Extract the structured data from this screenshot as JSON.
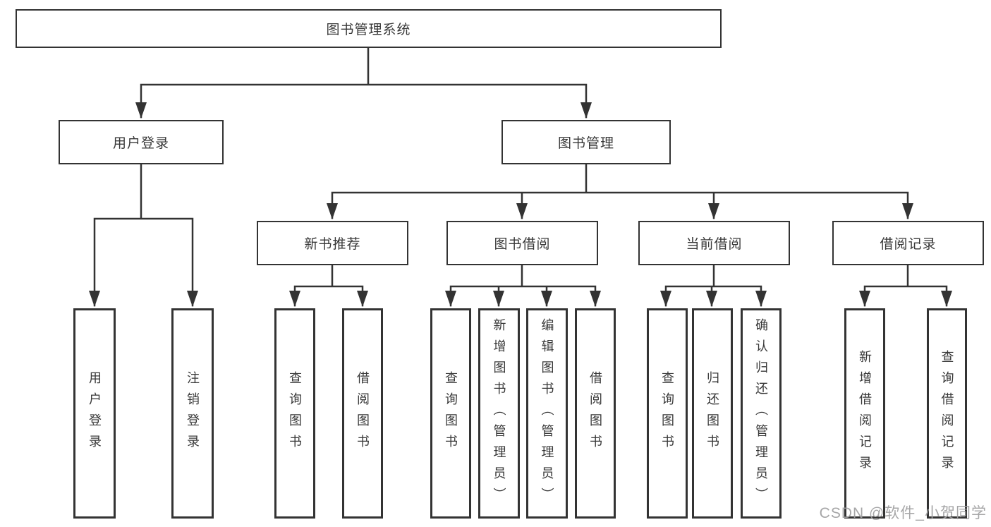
{
  "diagram_type": "hierarchy-tree",
  "tree": {
    "label": "图书管理系统",
    "children": [
      {
        "label": "用户登录",
        "children": [
          {
            "label": "用户登录"
          },
          {
            "label": "注销登录"
          }
        ]
      },
      {
        "label": "图书管理",
        "children": [
          {
            "label": "新书推荐",
            "children": [
              {
                "label": "查询图书"
              },
              {
                "label": "借阅图书"
              }
            ]
          },
          {
            "label": "图书借阅",
            "children": [
              {
                "label": "查询图书"
              },
              {
                "label": "新增图书（管理员）"
              },
              {
                "label": "编辑图书（管理员）"
              },
              {
                "label": "借阅图书"
              }
            ]
          },
          {
            "label": "当前借阅",
            "children": [
              {
                "label": "查询图书"
              },
              {
                "label": "归还图书"
              },
              {
                "label": "确认归还（管理员）"
              }
            ]
          },
          {
            "label": "借阅记录",
            "children": [
              {
                "label": "新增借阅记录"
              },
              {
                "label": "查询借阅记录"
              }
            ]
          }
        ]
      }
    ]
  },
  "watermark": {
    "text": "CSDN @软件_小贺同学"
  },
  "colors": {
    "line": "#333333",
    "box_border": "#333333",
    "text": "#383838",
    "watermark": "#9e9ea0",
    "background": "#ffffff"
  }
}
